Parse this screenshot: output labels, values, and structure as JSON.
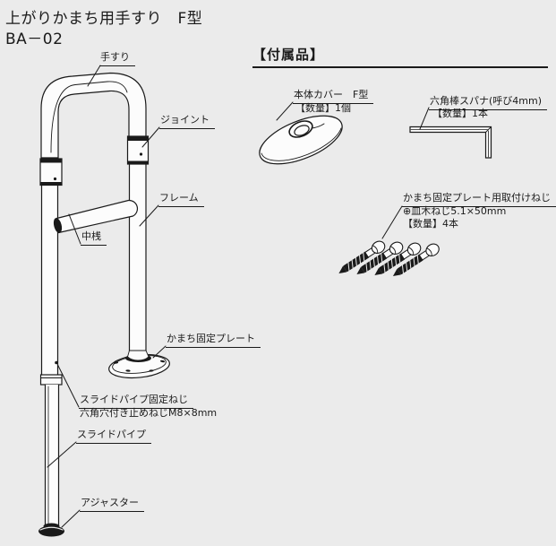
{
  "page": {
    "background": "#ebebeb",
    "line_color": "#1a1a1a"
  },
  "header": {
    "title": "上がりかまち用手すり　F型",
    "model": "BA－02"
  },
  "diagram": {
    "labels": {
      "handrail": "手すり",
      "joint": "ジョイント",
      "frame": "フレーム",
      "mid_rail": "中桟",
      "kamachi_plate": "かまち固定プレート",
      "slide_pipe_screw": "スライドパイプ固定ねじ",
      "slide_pipe_screw_spec": "六角穴付き止めねじM8×8mm",
      "slide_pipe": "スライドパイプ",
      "adjuster": "アジャスター"
    }
  },
  "accessories": {
    "section_title": "【付属品】",
    "items": [
      {
        "name": "本体カバー　F型",
        "quantity": "【数量】1個"
      },
      {
        "name": "六角棒スパナ(呼び4mm)",
        "quantity": "【数量】1本"
      },
      {
        "name": "かまち固定プレート用取付けねじ",
        "spec": "⊕皿木ねじ5.1×50mm",
        "quantity": "【数量】4本"
      }
    ]
  }
}
